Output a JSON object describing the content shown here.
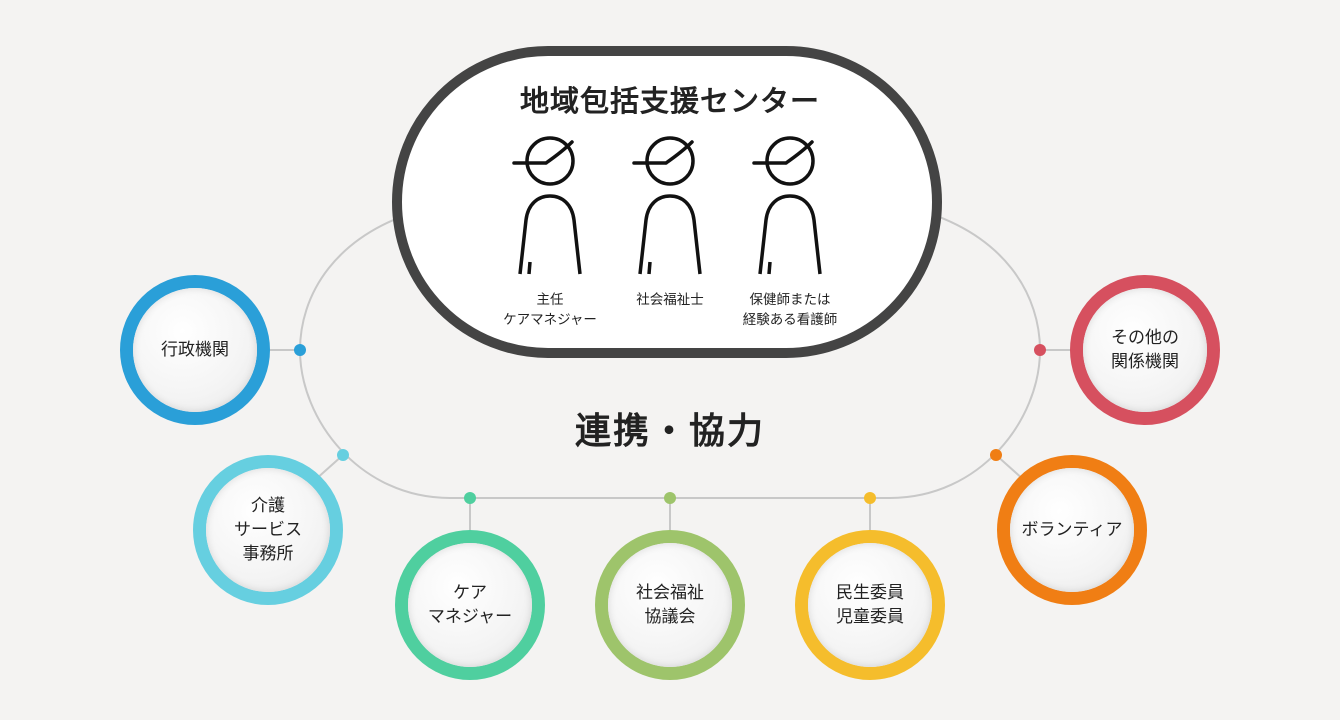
{
  "center": {
    "title": "地域包括支援センター",
    "staff": [
      {
        "label_line1": "主任",
        "label_line2": "ケアマネジャー"
      },
      {
        "label_line1": "社会福祉士",
        "label_line2": ""
      },
      {
        "label_line1": "保健師または",
        "label_line2": "経験ある看護師"
      }
    ]
  },
  "main_label": "連携・協力",
  "colors": {
    "pill_border": "#444444",
    "network_line": "#c8c8c8",
    "background": "#f4f3f2"
  },
  "nodes": [
    {
      "id": "gyosei",
      "label": "行政機関",
      "color": "#2a9fd8"
    },
    {
      "id": "kaigo",
      "label": "介護\nサービス\n事務所",
      "color": "#66cfe0"
    },
    {
      "id": "caremanager",
      "label": "ケア\nマネジャー",
      "color": "#4fcf9f"
    },
    {
      "id": "shakyo",
      "label": "社会福祉\n協議会",
      "color": "#9ec46b"
    },
    {
      "id": "minsei",
      "label": "民生委員\n児童委員",
      "color": "#f5bd2c"
    },
    {
      "id": "volunteer",
      "label": "ボランティア",
      "color": "#f07e14"
    },
    {
      "id": "sonota",
      "label": "その他の\n関係機関",
      "color": "#d6505f"
    }
  ],
  "icons": [
    "staff-person-icon",
    "staff-person-icon",
    "staff-person-icon"
  ]
}
